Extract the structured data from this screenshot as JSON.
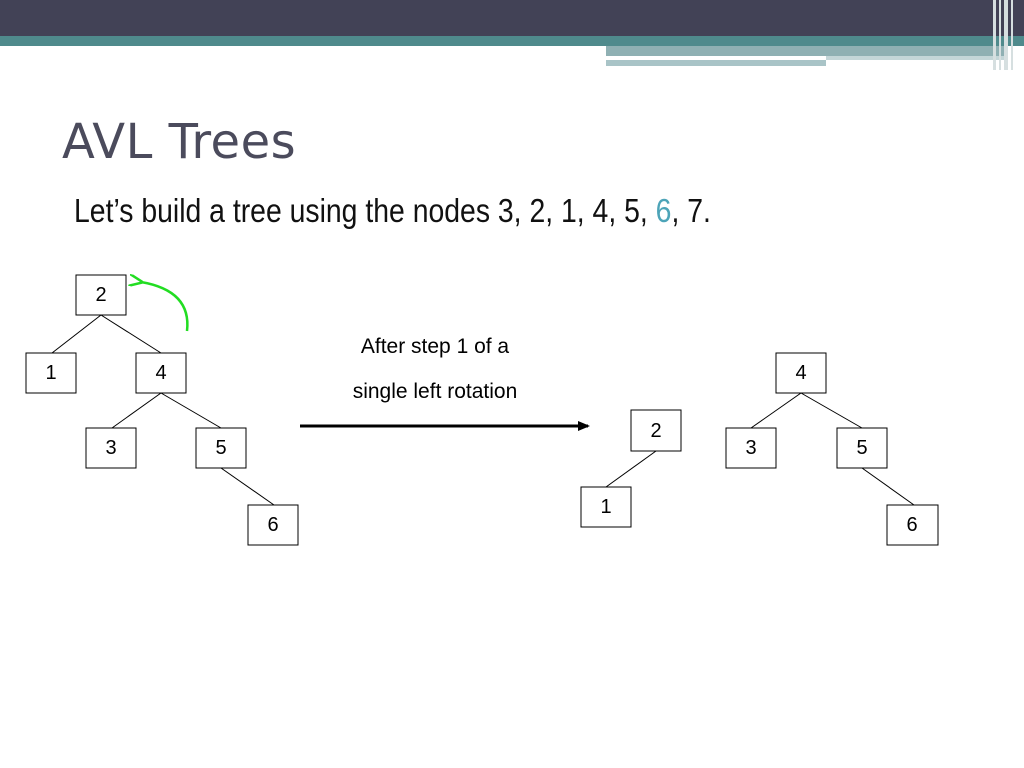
{
  "slide": {
    "title": "AVL Trees",
    "subtitle": {
      "before": "Let’s build a tree using the nodes 3, 2, 1, 4, 5, ",
      "highlight": "6",
      "after": ", 7."
    },
    "caption": {
      "line1": "After step 1 of a",
      "line2": "single left rotation"
    }
  },
  "colors": {
    "header_dark": "#424256",
    "header_teal": "#4f8a8c",
    "highlight": "#4da4b8",
    "rotation_arrow": "#22dd22"
  },
  "diagram": {
    "before_tree": {
      "nodes": [
        "2",
        "1",
        "4",
        "3",
        "5",
        "6"
      ],
      "edges": [
        [
          "2",
          "1"
        ],
        [
          "2",
          "4"
        ],
        [
          "4",
          "3"
        ],
        [
          "4",
          "5"
        ],
        [
          "5",
          "6"
        ]
      ]
    },
    "after_left_tree": {
      "nodes": [
        "2",
        "1"
      ],
      "edges": [
        [
          "2",
          "1"
        ]
      ]
    },
    "after_right_tree": {
      "nodes": [
        "4",
        "3",
        "5",
        "6"
      ],
      "edges": [
        [
          "4",
          "3"
        ],
        [
          "4",
          "5"
        ],
        [
          "5",
          "6"
        ]
      ]
    }
  }
}
